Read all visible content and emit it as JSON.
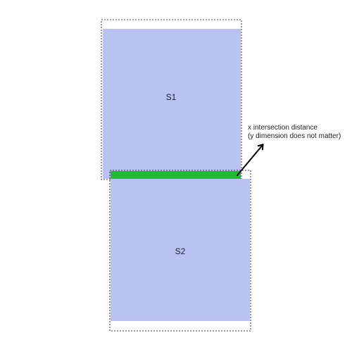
{
  "squares": [
    {
      "label": "S1",
      "fill_color": "#b8c3f3",
      "border_color": "#000000"
    },
    {
      "label": "S2",
      "fill_color": "#b8c3f3",
      "border_color": "#000000"
    }
  ],
  "intersection": {
    "color": "#1fbd2e"
  },
  "annotation": {
    "line1": "x intersection distance",
    "line2": "(y dimension does not matter)",
    "arrow_color": "#000000"
  },
  "background_color": "#ffffff"
}
